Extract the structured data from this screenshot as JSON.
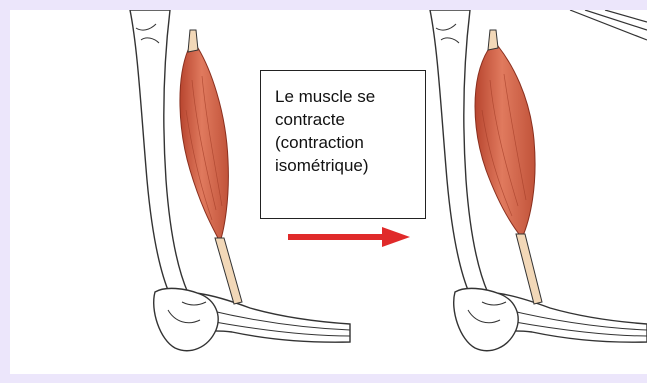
{
  "caption": {
    "lines": [
      "Le muscle se",
      "contracte",
      "(contraction",
      "isométrique)"
    ]
  },
  "panels": [
    {
      "name": "left-arm",
      "state": "relaxed"
    },
    {
      "name": "right-arm",
      "state": "contracted"
    }
  ],
  "colors": {
    "background": "#ece6fb",
    "muscle": "#d9694e",
    "muscle_shade": "#b8452f",
    "tendon": "#f2d8b8",
    "bone_outline": "#333333",
    "arrow": "#e02a2a"
  },
  "icons": {
    "arrow": "right-arrow-icon"
  }
}
